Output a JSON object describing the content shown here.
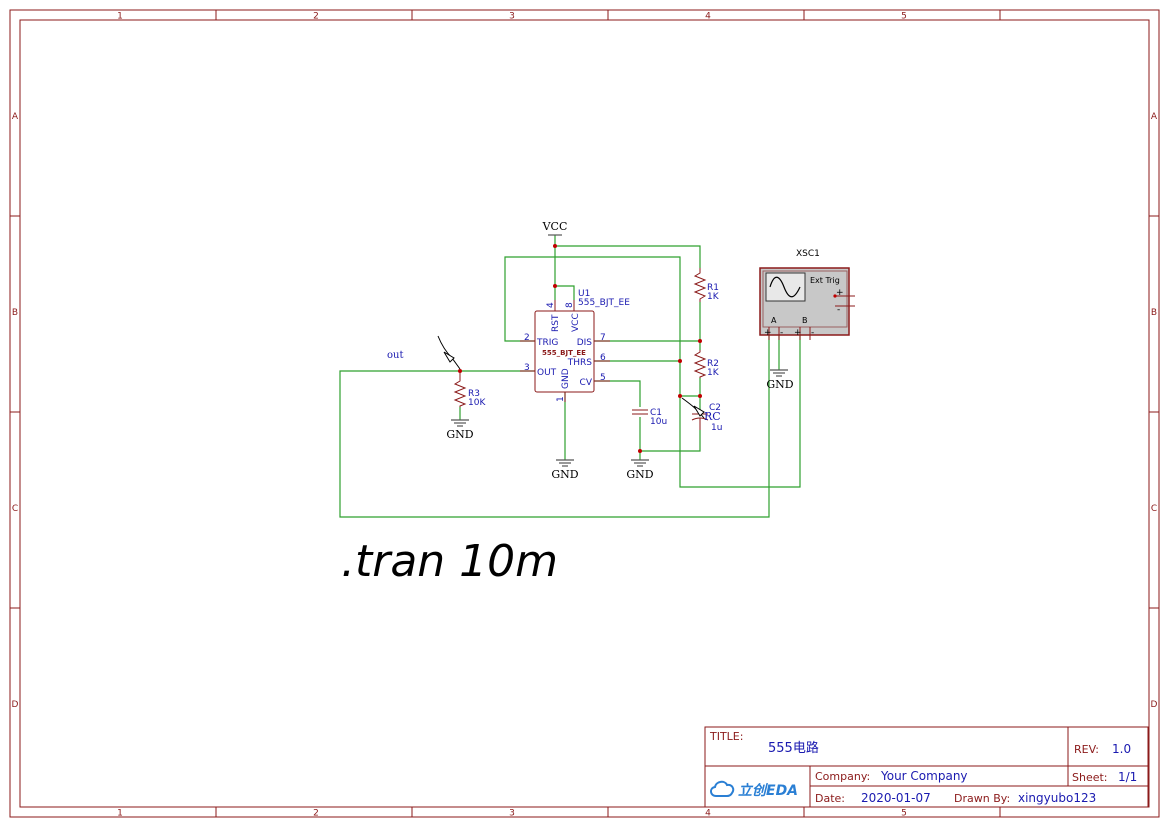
{
  "frame": {
    "col_labels": [
      "1",
      "2",
      "3",
      "4",
      "5"
    ],
    "row_labels": [
      "A",
      "B",
      "C",
      "D"
    ]
  },
  "schematic": {
    "net_vcc": "VCC",
    "net_gnd": "GND",
    "net_out": "out",
    "net_rc": "RC",
    "u1": {
      "ref": "U1",
      "value": "555_BJT_EE",
      "body_text": "555_BJT_EE",
      "pins": {
        "rst": "RST",
        "vcc": "VCC",
        "trig": "TRIG",
        "out": "OUT",
        "dis": "DIS",
        "thrs": "THRS",
        "cv": "CV",
        "gnd": "GND"
      },
      "pin_numbers": {
        "p4": "4",
        "p8": "8",
        "p2": "2",
        "p3": "3",
        "p7": "7",
        "p6": "6",
        "p5": "5",
        "p1": "1"
      }
    },
    "r1": {
      "ref": "R1",
      "value": "1K"
    },
    "r2": {
      "ref": "R2",
      "value": "1K"
    },
    "r3": {
      "ref": "R3",
      "value": "10K"
    },
    "c1": {
      "ref": "C1",
      "value": "10u"
    },
    "c2": {
      "ref": "C2",
      "value": "1u"
    },
    "xsc1": {
      "ref": "XSC1",
      "ext_trig": "Ext Trig",
      "channel_a": "A",
      "channel_b": "B"
    },
    "spice_directive": ".tran 10m"
  },
  "title_block": {
    "title_label": "TITLE:",
    "title_value": "555电路",
    "rev_label": "REV:",
    "rev_value": "1.0",
    "company_label": "Company:",
    "company_value": "Your Company",
    "sheet_label": "Sheet:",
    "sheet_value": "1/1",
    "date_label": "Date:",
    "date_value": "2020-01-07",
    "drawn_label": "Drawn By:",
    "drawn_value": "xingyubo123",
    "logo_text": "立创EDA"
  },
  "colors": {
    "frame": "#8b1a1a",
    "wire": "#2ea02e",
    "text_blue": "#1a1ab0",
    "junction": "#c00000"
  }
}
